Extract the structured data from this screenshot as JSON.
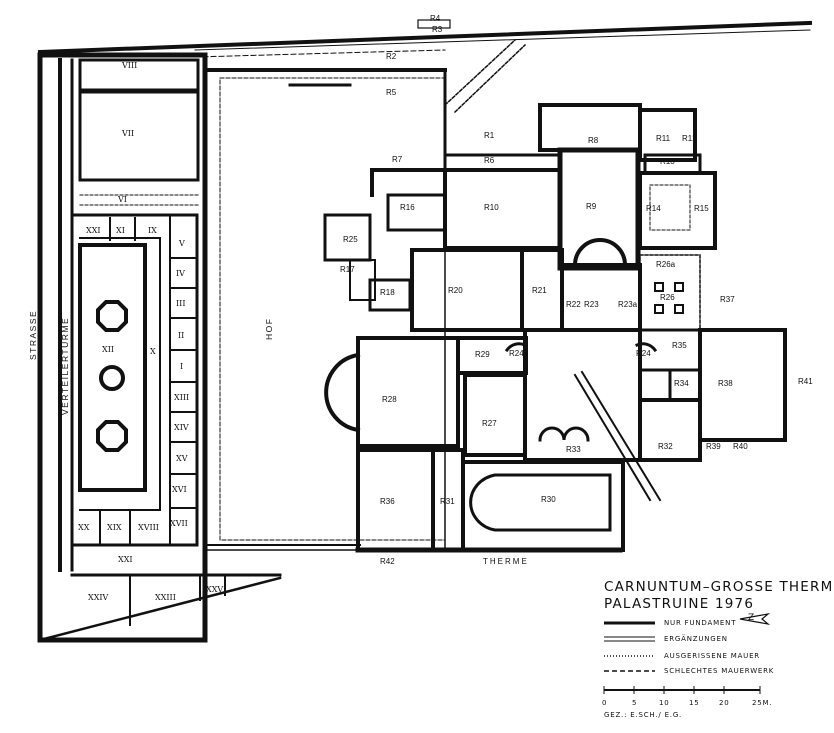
{
  "map": {
    "street": "STRASSE",
    "towers": "VERTEILERTÜRME",
    "court": "HOF",
    "baths": "THERME",
    "rooms_roman": [
      "VIII",
      "VII",
      "VI",
      "XXI",
      "XI",
      "IX",
      "V",
      "IV",
      "III",
      "II",
      "I",
      "XIII",
      "XIV",
      "XV",
      "XVI",
      "XVII",
      "XVIII",
      "XIX",
      "XX",
      "XII",
      "X",
      "XXI",
      "XXIV",
      "XXIII",
      "XXV"
    ],
    "rooms": [
      "R4",
      "R3",
      "R2",
      "R5",
      "R1",
      "R6",
      "R7",
      "R8",
      "R11",
      "R12",
      "R13",
      "R10",
      "R9",
      "R14",
      "R15",
      "R16",
      "R25",
      "R17",
      "R26a",
      "R18",
      "R20",
      "R21",
      "R22",
      "R23",
      "R23a",
      "R26",
      "R37",
      "R29",
      "R24a",
      "R24",
      "R35",
      "R28",
      "R34",
      "R38",
      "R41",
      "R27",
      "R33",
      "R32",
      "R39",
      "R40",
      "R36",
      "R31",
      "R30",
      "R42"
    ]
  },
  "title": {
    "line1": "CARNUNTUM–GROSSE THERME",
    "line2": "PALASTRUINE  1976"
  },
  "legend": [
    {
      "label": "NUR FUNDAMENT",
      "style": "solid"
    },
    {
      "label": "ERGÄNZUNGEN",
      "style": "double"
    },
    {
      "label": "AUSGERISSENE MAUER",
      "style": "dotted"
    },
    {
      "label": "SCHLECHTES MAUERWERK",
      "style": "dashed"
    }
  ],
  "scale": {
    "ticks": [
      "0",
      "5",
      "10",
      "15",
      "20",
      "25M."
    ]
  },
  "credit": "GEZ.: E.SCH./ E.G.",
  "north_symbol": "Z"
}
